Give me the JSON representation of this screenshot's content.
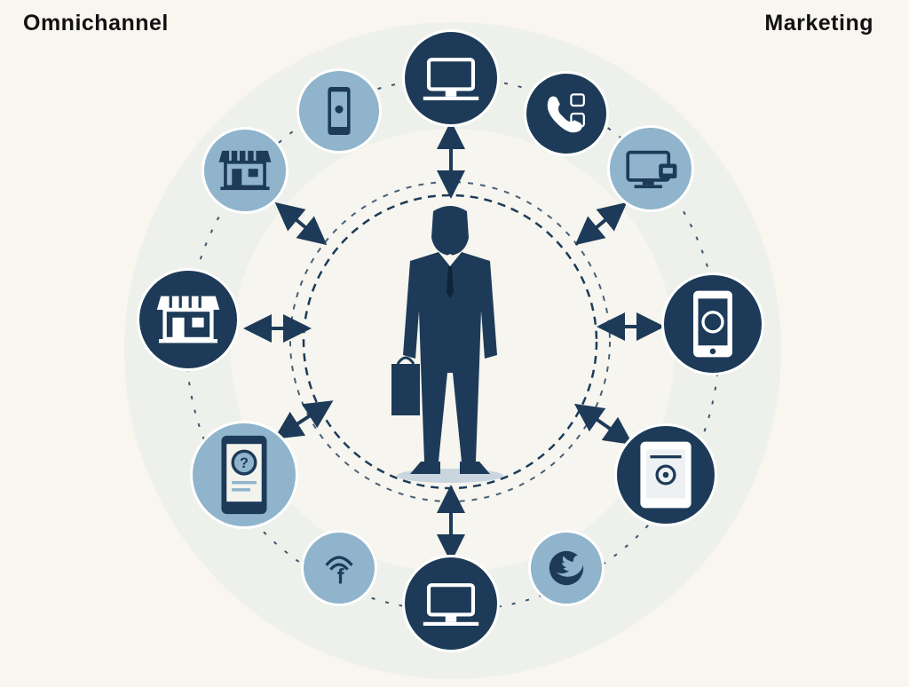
{
  "header": {
    "left_title": "Omnichannel",
    "right_title": "Marketing"
  },
  "colors": {
    "dark": "#1d3b58",
    "light": "#8fb4cc",
    "background": "#f8f6ef",
    "ring": "#edefea"
  },
  "nodes": [
    {
      "icon": "desktop-monitor-icon",
      "style": "dark"
    },
    {
      "icon": "smartphone-icon",
      "style": "light"
    },
    {
      "icon": "phone-call-icon",
      "style": "dark"
    },
    {
      "icon": "storefront-icon",
      "style": "light"
    },
    {
      "icon": "monitor-chat-icon",
      "style": "light"
    },
    {
      "icon": "storefront-icon",
      "style": "dark"
    },
    {
      "icon": "smartphone-app-icon",
      "style": "dark"
    },
    {
      "icon": "phone-help-icon",
      "style": "light"
    },
    {
      "icon": "tablet-icon",
      "style": "dark"
    },
    {
      "icon": "facebook-icon",
      "style": "light"
    },
    {
      "icon": "twitter-icon",
      "style": "light"
    },
    {
      "icon": "desktop-monitor-icon",
      "style": "dark"
    }
  ]
}
